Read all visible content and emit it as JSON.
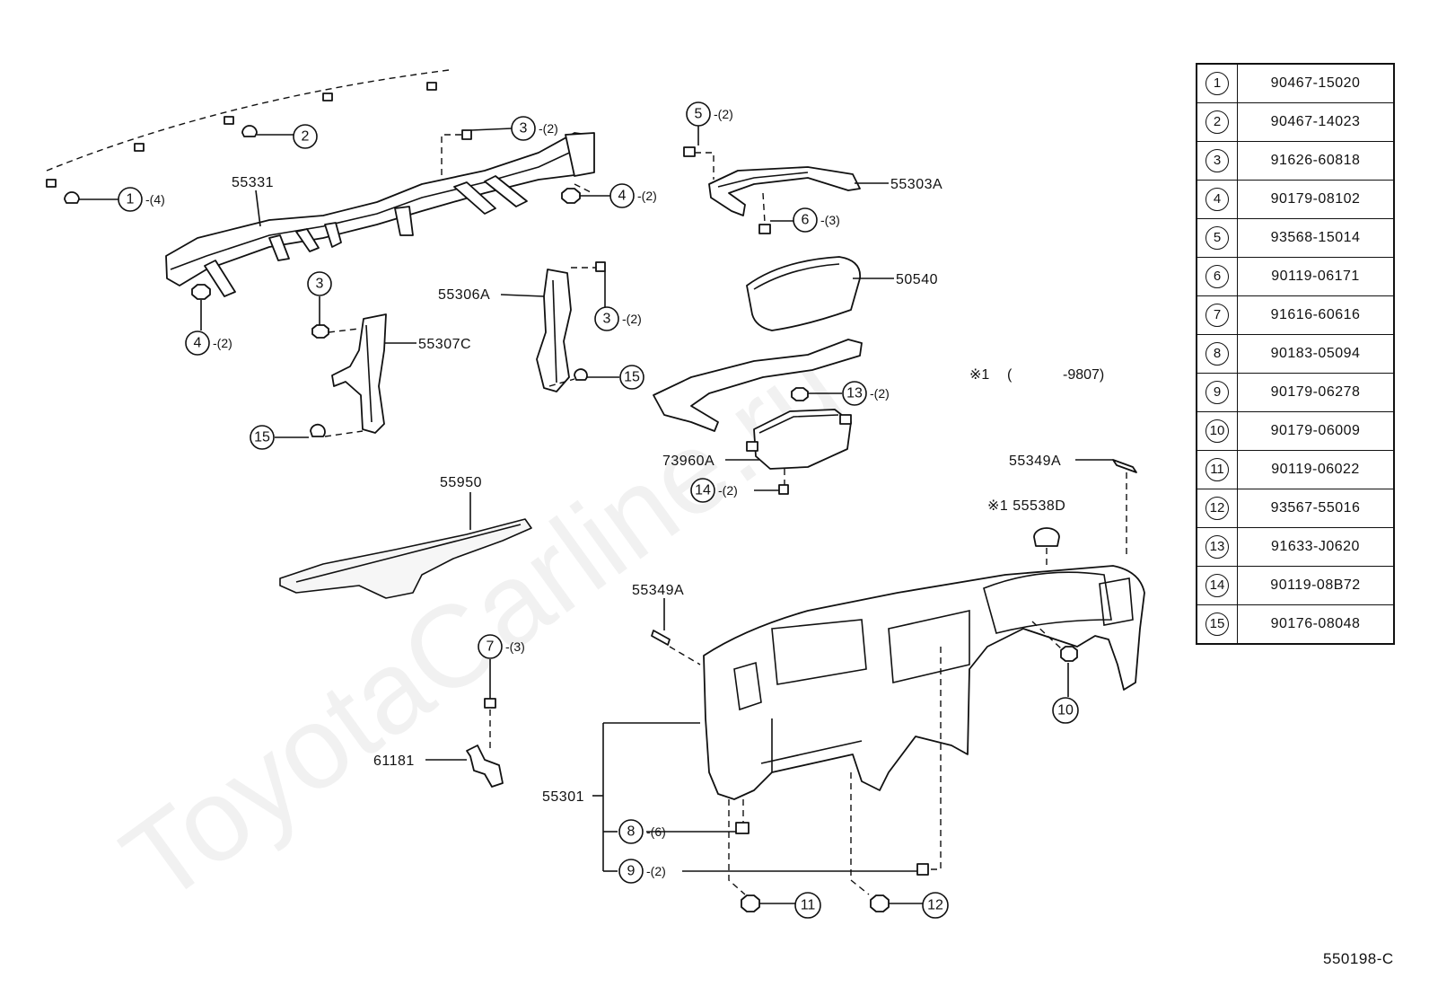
{
  "watermark": "ToyotaCarline.ru",
  "diagram_code": "550198-C",
  "note": {
    "mark": "※1",
    "open": "(",
    "range": "-9807)"
  },
  "labels": {
    "p55331": "55331",
    "p55303A": "55303A",
    "p50540": "50540",
    "p55306A": "55306A",
    "p55307C": "55307C",
    "p73960A": "73960A",
    "p55349A_top": "55349A",
    "p55538D": "※1 55538D",
    "p55950": "55950",
    "p55349A_mid": "55349A",
    "p61181": "61181",
    "p55301": "55301"
  },
  "callouts": {
    "c1": {
      "num": "1",
      "qty": "-(4)"
    },
    "c2": {
      "num": "2",
      "qty": ""
    },
    "c3a": {
      "num": "3",
      "qty": "-(2)"
    },
    "c4a": {
      "num": "4",
      "qty": "-(2)"
    },
    "c4b": {
      "num": "4",
      "qty": "-(2)"
    },
    "c3b": {
      "num": "3",
      "qty": ""
    },
    "c3c": {
      "num": "3",
      "qty": "-(2)"
    },
    "c15a": {
      "num": "15",
      "qty": ""
    },
    "c15b": {
      "num": "15",
      "qty": ""
    },
    "c5": {
      "num": "5",
      "qty": "-(2)"
    },
    "c6": {
      "num": "6",
      "qty": "-(3)"
    },
    "c13": {
      "num": "13",
      "qty": "-(2)"
    },
    "c14": {
      "num": "14",
      "qty": "-(2)"
    },
    "c7": {
      "num": "7",
      "qty": "-(3)"
    },
    "c10": {
      "num": "10",
      "qty": ""
    },
    "c8": {
      "num": "8",
      "qty": "-(6)"
    },
    "c9": {
      "num": "9",
      "qty": "-(2)"
    },
    "c11": {
      "num": "11",
      "qty": ""
    },
    "c12": {
      "num": "12",
      "qty": ""
    }
  },
  "parts_table": [
    {
      "idx": "1",
      "part": "90467-15020"
    },
    {
      "idx": "2",
      "part": "90467-14023"
    },
    {
      "idx": "3",
      "part": "91626-60818"
    },
    {
      "idx": "4",
      "part": "90179-08102"
    },
    {
      "idx": "5",
      "part": "93568-15014"
    },
    {
      "idx": "6",
      "part": "90119-06171"
    },
    {
      "idx": "7",
      "part": "91616-60616"
    },
    {
      "idx": "8",
      "part": "90183-05094"
    },
    {
      "idx": "9",
      "part": "90179-06278"
    },
    {
      "idx": "10",
      "part": "90179-06009"
    },
    {
      "idx": "11",
      "part": "90119-06022"
    },
    {
      "idx": "12",
      "part": "93567-55016"
    },
    {
      "idx": "13",
      "part": "91633-J0620"
    },
    {
      "idx": "14",
      "part": "90119-08B72"
    },
    {
      "idx": "15",
      "part": "90176-08048"
    }
  ]
}
